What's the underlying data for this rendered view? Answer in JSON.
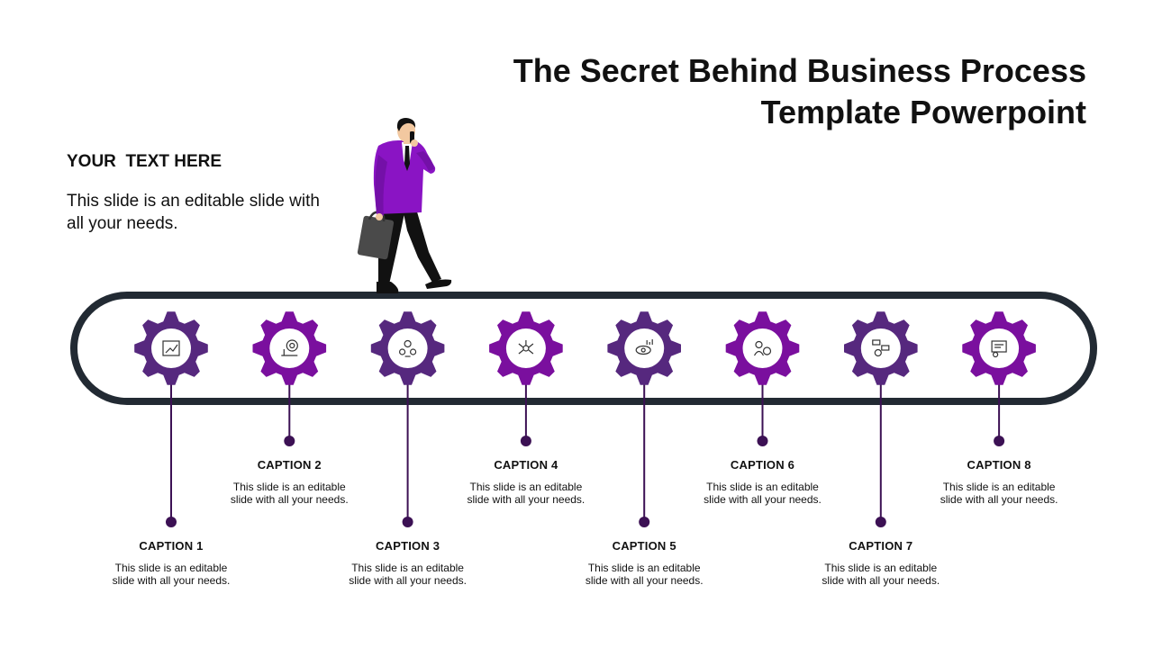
{
  "title": "The Secret Behind Business Process Template Powerpoint",
  "intro": {
    "heading": "YOUR  TEXT HERE",
    "body": "This slide is an editable slide with all your needs."
  },
  "colors": {
    "track": "#222a33",
    "gear_a": "#56287e",
    "gear_b": "#7a0f9e",
    "connector": "#3c1154",
    "jacket": "#8a14c4"
  },
  "steps": [
    {
      "caption": "CAPTION 1",
      "text": "This slide is an editable slide with all your needs.",
      "icon": "growth-chart-icon"
    },
    {
      "caption": "CAPTION 2",
      "text": "This slide is an editable slide with all your needs.",
      "icon": "target-presentation-icon"
    },
    {
      "caption": "CAPTION 3",
      "text": "This slide is an editable slide with all your needs.",
      "icon": "team-network-icon"
    },
    {
      "caption": "CAPTION 4",
      "text": "This slide is an editable slide with all your needs.",
      "icon": "idea-network-icon"
    },
    {
      "caption": "CAPTION 5",
      "text": "This slide is an editable slide with all your needs.",
      "icon": "vision-analytics-icon"
    },
    {
      "caption": "CAPTION 6",
      "text": "This slide is an editable slide with all your needs.",
      "icon": "strategy-user-icon"
    },
    {
      "caption": "CAPTION 7",
      "text": "This slide is an editable slide with all your needs.",
      "icon": "workflow-settings-icon"
    },
    {
      "caption": "CAPTION 8",
      "text": "This slide is an editable slide with all your needs.",
      "icon": "dashboard-user-icon"
    }
  ]
}
